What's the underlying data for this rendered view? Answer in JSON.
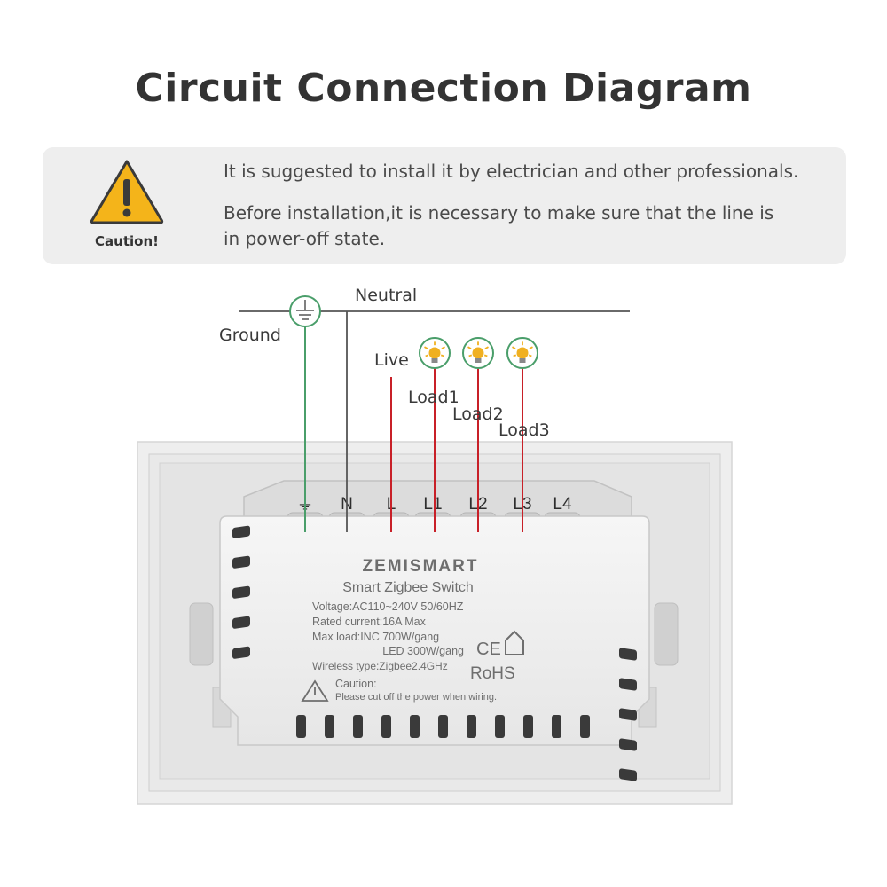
{
  "title": "Circuit Connection Diagram",
  "caution": {
    "label": "Caution!",
    "icon": "warning-triangle-icon",
    "notes": [
      "It is suggested to install it by electrician and other professionals.",
      "Before installation,it is necessary to make sure that the line is in power-off state."
    ]
  },
  "wiring": {
    "neutral": "Neutral",
    "ground": "Ground",
    "live": "Live",
    "loads": [
      "Load1",
      "Load2",
      "Load3"
    ],
    "load_icon": "light-bulb-icon",
    "colors": {
      "ground": "#4a9e6a",
      "live": "#c82028",
      "neutral": "#555555",
      "bulb": "#f0b020"
    }
  },
  "device": {
    "terminals": [
      "⏚",
      "N",
      "L",
      "L1",
      "L2",
      "L3",
      "L4"
    ],
    "brand": "ZEMISMART",
    "product": "Smart Zigbee Switch",
    "specs": [
      "Voltage:AC110~240V   50/60HZ",
      "Rated current:16A Max",
      "Max load:INC 700W/gang",
      "LED 300W/gang",
      "Wireless type:Zigbee2.4GHz"
    ],
    "certs": [
      "CE",
      "RoHS"
    ],
    "caution_title": "Caution:",
    "caution_text": "Please cut off the power when wiring."
  }
}
